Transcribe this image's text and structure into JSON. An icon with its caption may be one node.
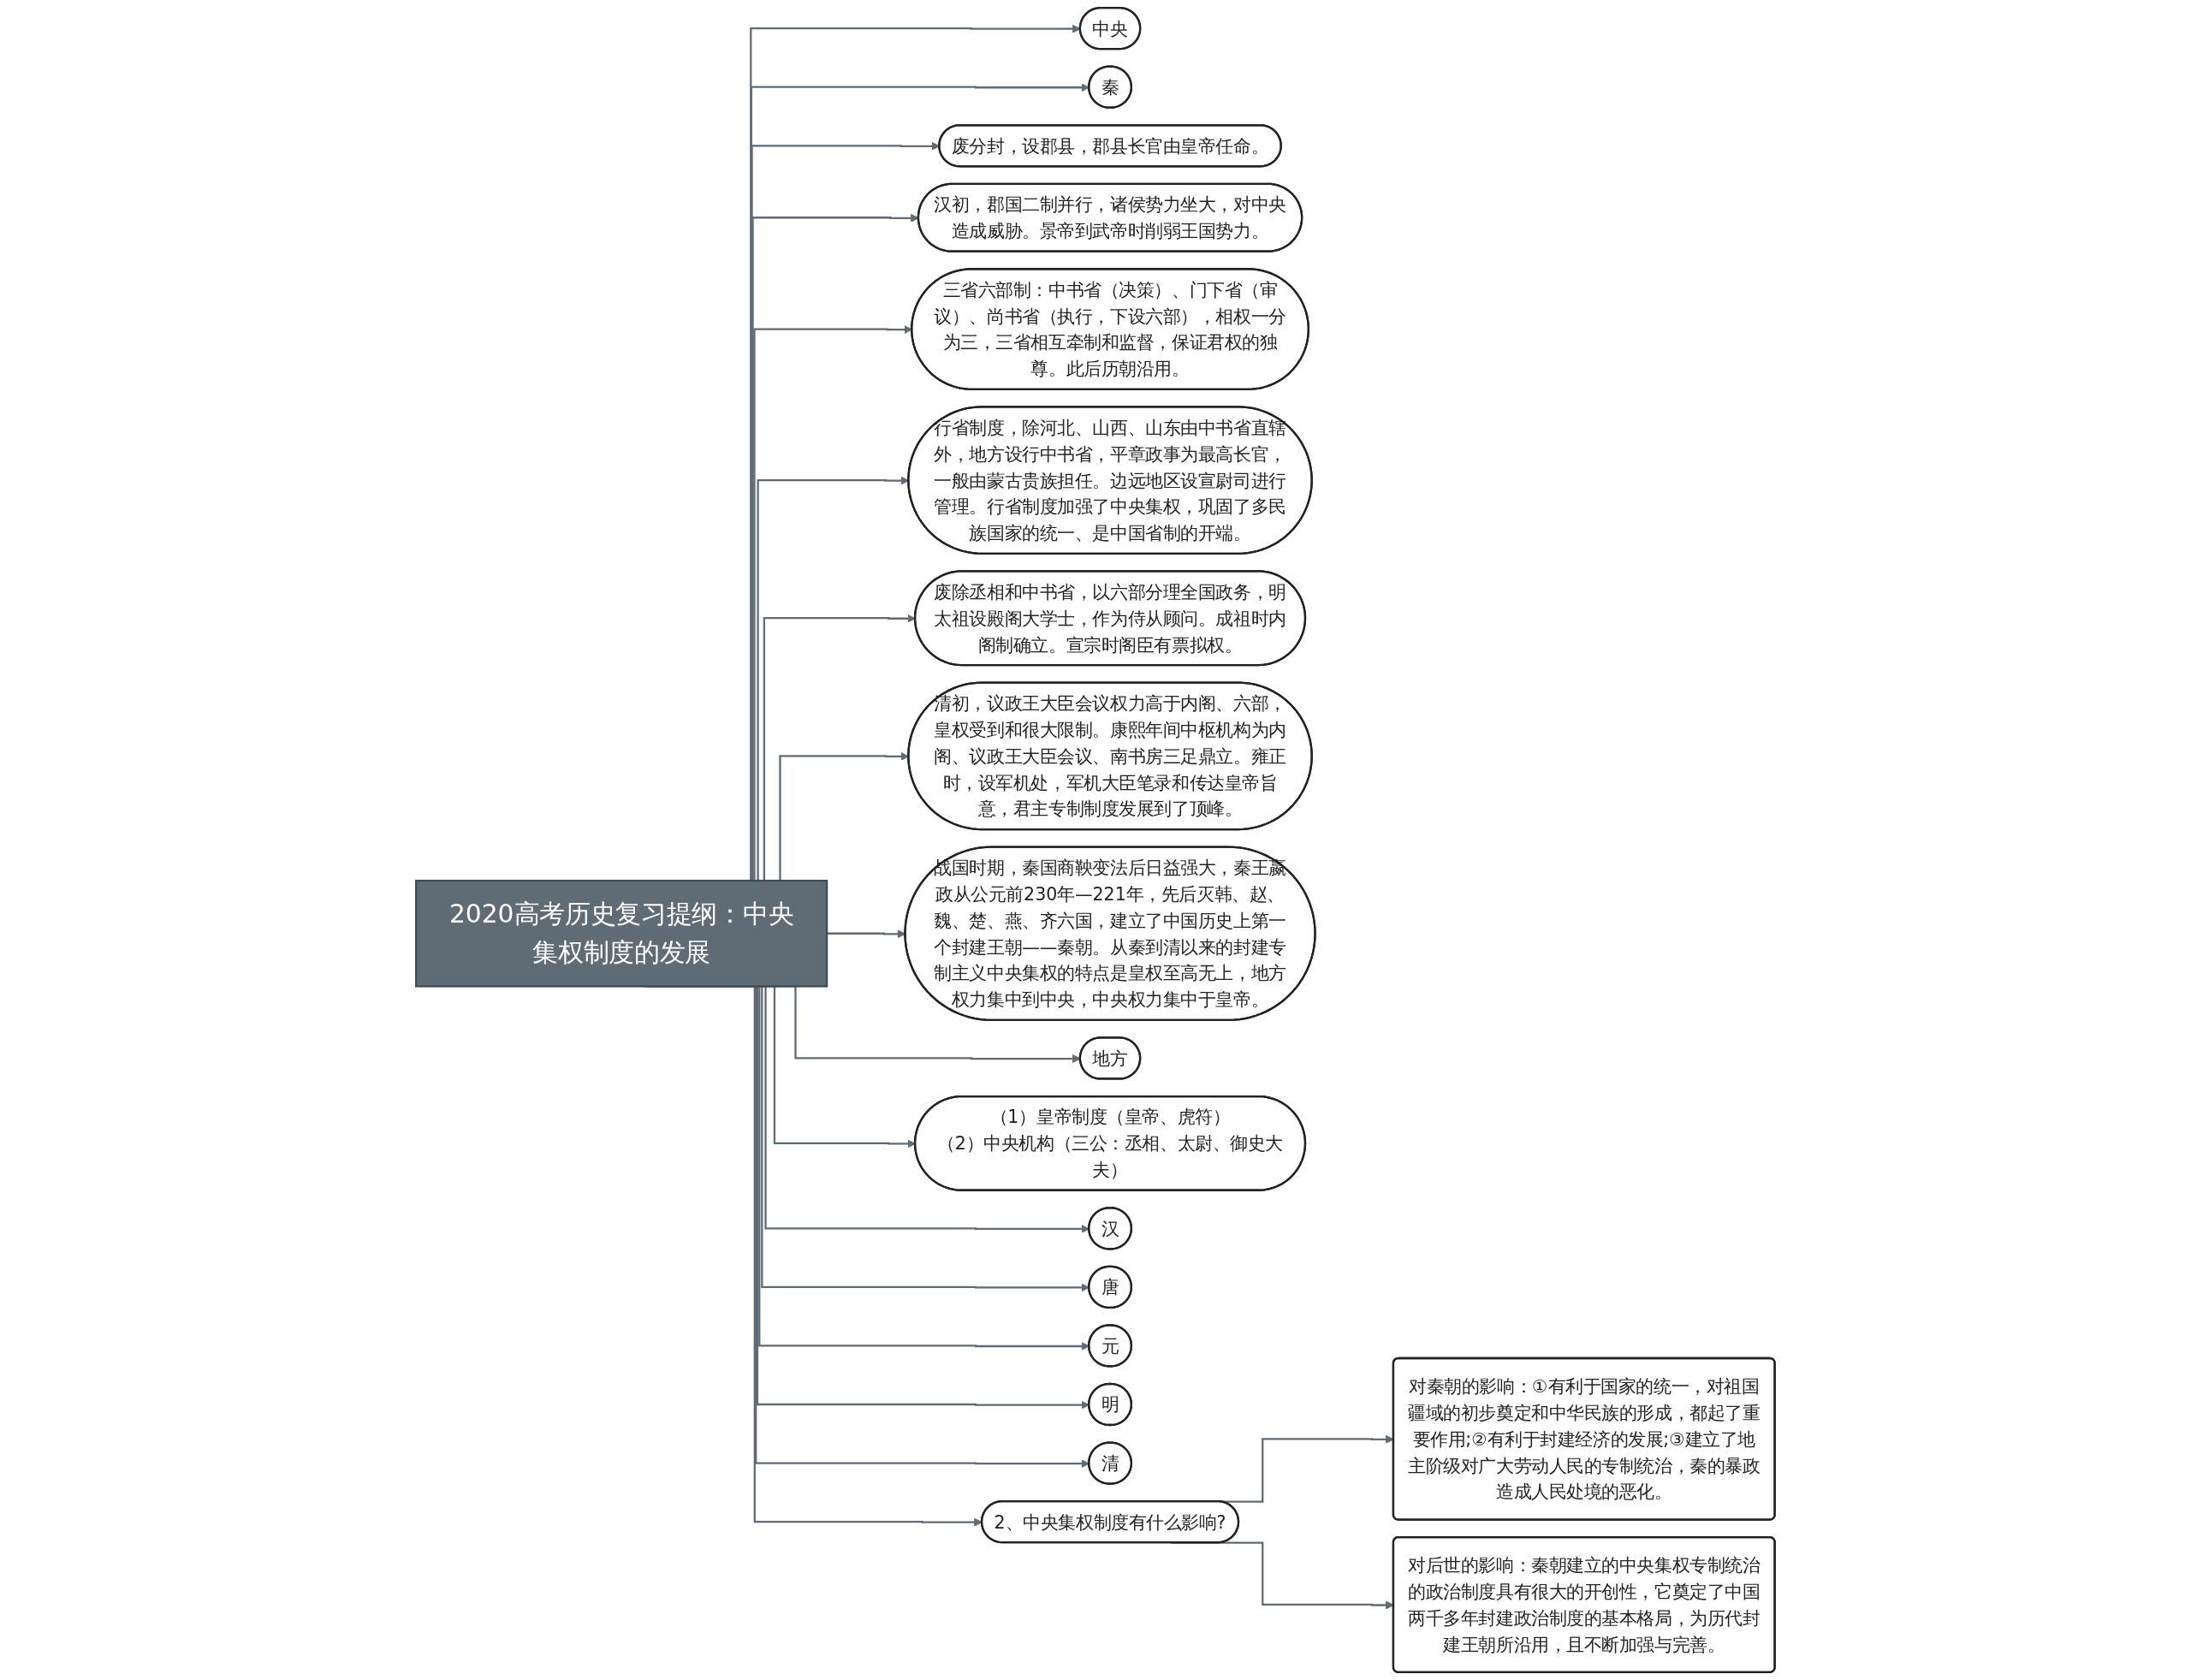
{
  "diagram": {
    "nodes": [
      {
        "text": [
          "2020高考历史复习提纲：中央集权制度的发展"
        ]
      },
      {
        "text": [
          "中央"
        ]
      },
      {
        "text": [
          "秦"
        ]
      },
      {
        "text": [
          "废分封，设郡县，郡县长官由皇帝任命。"
        ]
      },
      {
        "text": [
          "汉初，郡国二制并行，诸侯势力坐大，对中央造成威胁。景帝到武帝时削弱王国势力。"
        ]
      },
      {
        "text": [
          "三省六部制：中书省（决策）、门下省（审议）、尚书省（执行，下设六部），相权一分为三，三省相互牵制和监督，保证君权的独尊。此后历朝沿用。"
        ]
      },
      {
        "text": [
          "行省制度，除河北、山西、山东由中书省直辖外，地方设行中书省，平章政事为最高长官，一般由蒙古贵族担任。边远地区设宣尉司进行管理。行省制度加强了中央集权，巩固了多民族国家的统一、是中国省制的开端。"
        ]
      },
      {
        "text": [
          "废除丞相和中书省，以六部分理全国政务，明太祖设殿阁大学士，作为侍从顾问。成祖时内阁制确立。宣宗时阁臣有票拟权。"
        ]
      },
      {
        "text": [
          "清初，议政王大臣会议权力高于内阁、六部，皇权受到和很大限制。康熙年间中枢机构为内阁、议政王大臣会议、南书房三足鼎立。雍正时，设军机处，军机大臣笔录和传达皇帝旨意，君主专制制度发展到了顶峰。"
        ]
      },
      {
        "text": [
          "战国时期，秦国商鞅变法后日益强大，秦王嬴政从公元前230年—221年，先后灭韩、赵、魏、楚、燕、齐六国，建立了中国历史上第一个封建王朝——秦朝。从秦到清以来的封建专制主义中央集权的特点是皇权至高无上，地方权力集中到中央，中央权力集中于皇帝。"
        ]
      },
      {
        "text": [
          "地方"
        ]
      },
      {
        "text": [
          "（1）皇帝制度（皇帝、虎符）",
          "（2）中央机构（三公：丞相、太尉、御史大夫）"
        ]
      },
      {
        "text": [
          "汉"
        ]
      },
      {
        "text": [
          "唐"
        ]
      },
      {
        "text": [
          "元"
        ]
      },
      {
        "text": [
          "明"
        ]
      },
      {
        "text": [
          "清"
        ]
      },
      {
        "text": [
          "2、中央集权制度有什么影响?"
        ]
      },
      {
        "text": [
          "对秦朝的影响：①有利于国家的统一，对祖国疆域的初步奠定和中华民族的形成，都起了重要作用;②有利于封建经济的发展;③建立了地主阶级对广大劳动人民的专制统治，秦的暴政造成人民处境的恶化。"
        ]
      },
      {
        "text": [
          "对后世的影响：秦朝建立的中央集权专制统治的政治制度具有很大的开创性，它奠定了中国两千多年封建政治制度的基本格局，为历代封建王朝所沿用，且不断加强与完善。"
        ]
      }
    ],
    "edges": [
      {
        "from": 0,
        "to": 1,
        "arrow": "to"
      },
      {
        "from": 0,
        "to": 2,
        "arrow": "to"
      },
      {
        "from": 0,
        "to": 3,
        "arrow": "to"
      },
      {
        "from": 0,
        "to": 4,
        "arrow": "to"
      },
      {
        "from": 0,
        "to": 5,
        "arrow": "to"
      },
      {
        "from": 0,
        "to": 6,
        "arrow": "to"
      },
      {
        "from": 0,
        "to": 7,
        "arrow": "to"
      },
      {
        "from": 0,
        "to": 8,
        "arrow": "to"
      },
      {
        "from": 0,
        "to": 9,
        "arrow": "to"
      },
      {
        "from": 0,
        "to": 10,
        "arrow": "to"
      },
      {
        "from": 0,
        "to": 11,
        "arrow": "to"
      },
      {
        "from": 0,
        "to": 12,
        "arrow": "to"
      },
      {
        "from": 0,
        "to": 13,
        "arrow": "to"
      },
      {
        "from": 0,
        "to": 14,
        "arrow": "to"
      },
      {
        "from": 0,
        "to": 15,
        "arrow": "to"
      },
      {
        "from": 0,
        "to": 16,
        "arrow": "to"
      },
      {
        "from": 0,
        "to": 17,
        "arrow": "to"
      },
      {
        "from": 17,
        "to": 18,
        "arrow": "to"
      },
      {
        "from": 17,
        "to": 19,
        "arrow": "to"
      }
    ]
  }
}
